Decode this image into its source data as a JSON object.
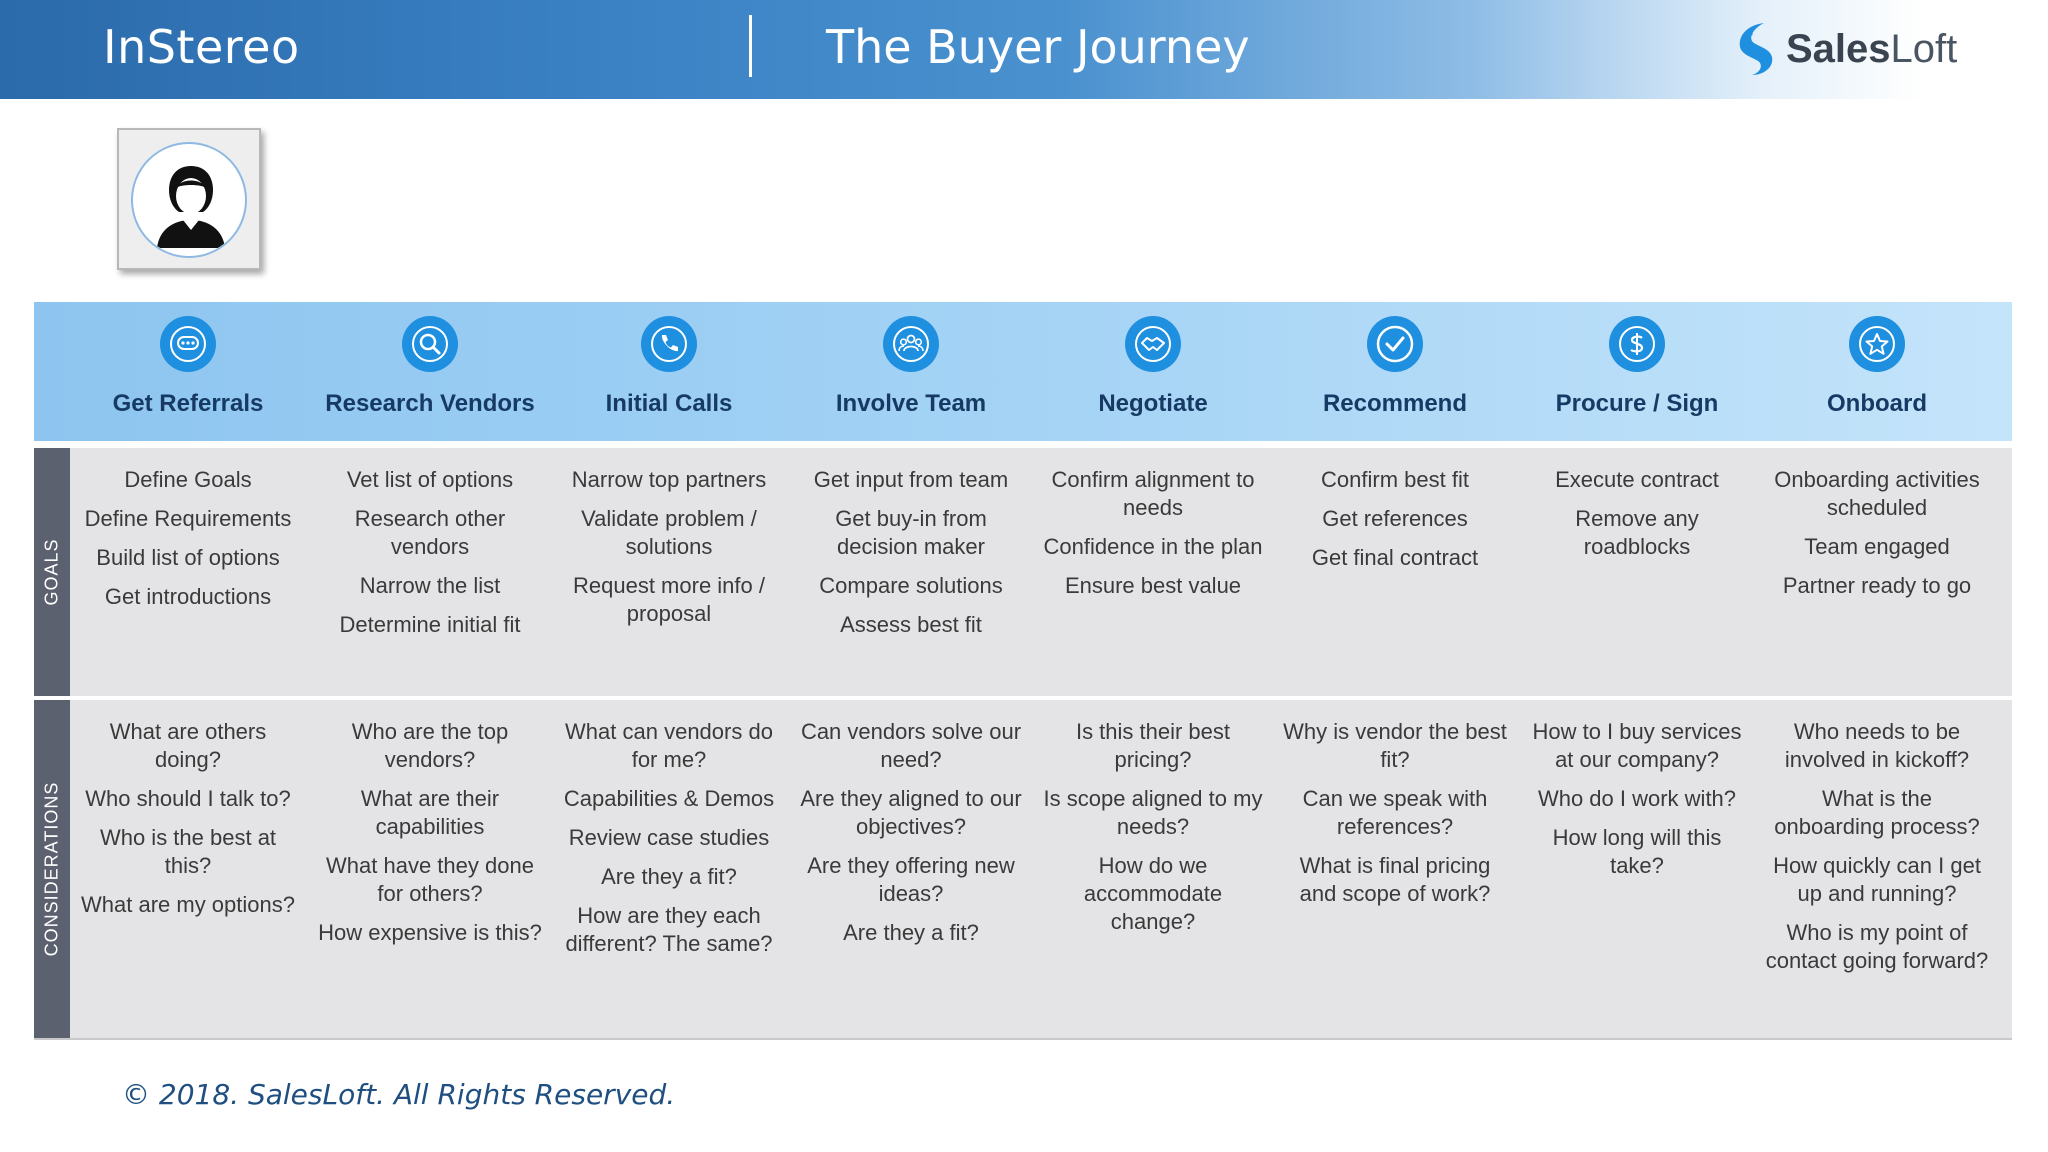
{
  "header": {
    "brand": "InStereo",
    "title": "The Buyer Journey",
    "logo_text_bold": "Sales",
    "logo_text_light": "Loft"
  },
  "colors": {
    "header_blue": "#2b6aab",
    "stage_band": "#a4d3f5",
    "icon_blue": "#1f8fe0",
    "stage_label": "#163a63",
    "row_panel": "#e4e4e6",
    "row_label_bg": "#5b616f"
  },
  "stages": [
    {
      "label": "Get Referrals",
      "icon": "chat-bubble-icon"
    },
    {
      "label": "Research Vendors",
      "icon": "magnifier-icon"
    },
    {
      "label": "Initial Calls",
      "icon": "phone-icon"
    },
    {
      "label": "Involve Team",
      "icon": "team-icon"
    },
    {
      "label": "Negotiate",
      "icon": "handshake-icon"
    },
    {
      "label": "Recommend",
      "icon": "checkmark-icon"
    },
    {
      "label": "Procure / Sign",
      "icon": "dollar-icon"
    },
    {
      "label": "Onboard",
      "icon": "star-icon"
    }
  ],
  "goals": {
    "label": "GOALS",
    "columns": [
      [
        "Define Goals",
        "Define Requirements",
        "Build list of options",
        "Get introductions"
      ],
      [
        "Vet list of options",
        "Research other vendors",
        "Narrow the list",
        "Determine initial fit"
      ],
      [
        "Narrow top partners",
        "Validate problem / solutions",
        "Request more info / proposal"
      ],
      [
        "Get input from team",
        "Get buy-in from decision maker",
        "Compare solutions",
        "Assess best fit"
      ],
      [
        "Confirm alignment to needs",
        "Confidence in the plan",
        "Ensure best value"
      ],
      [
        "Confirm best fit",
        "Get references",
        "Get final contract"
      ],
      [
        "Execute contract",
        "Remove any roadblocks"
      ],
      [
        "Onboarding activities scheduled",
        "Team engaged",
        "Partner ready to go"
      ]
    ]
  },
  "considerations": {
    "label": "CONSIDERATIONS",
    "columns": [
      [
        "What are others doing?",
        "Who should I talk to?",
        "Who is the best at this?",
        "What are my options?"
      ],
      [
        "Who are the top vendors?",
        "What are their capabilities",
        "What have they done for others?",
        "How expensive is this?"
      ],
      [
        "What can vendors do for me?",
        "Capabilities & Demos",
        "Review case studies",
        "Are they a fit?",
        "How are they each different? The same?"
      ],
      [
        "Can vendors solve our need?",
        "Are they aligned to our objectives?",
        "Are they offering new ideas?",
        "Are they a fit?"
      ],
      [
        "Is this their best pricing?",
        "Is scope aligned to my needs?",
        "How do we accommodate change?"
      ],
      [
        "Why is vendor the best fit?",
        "Can we speak with references?",
        "What is final pricing and scope of work?"
      ],
      [
        "How to I buy services at our company?",
        "Who do I work with?",
        "How long will this take?"
      ],
      [
        "Who needs to be involved in kickoff?",
        "What is the onboarding process?",
        "How quickly can I get up and running?",
        "Who is my point of contact going forward?"
      ]
    ]
  },
  "footer": "© 2018. SalesLoft. All Rights Reserved."
}
